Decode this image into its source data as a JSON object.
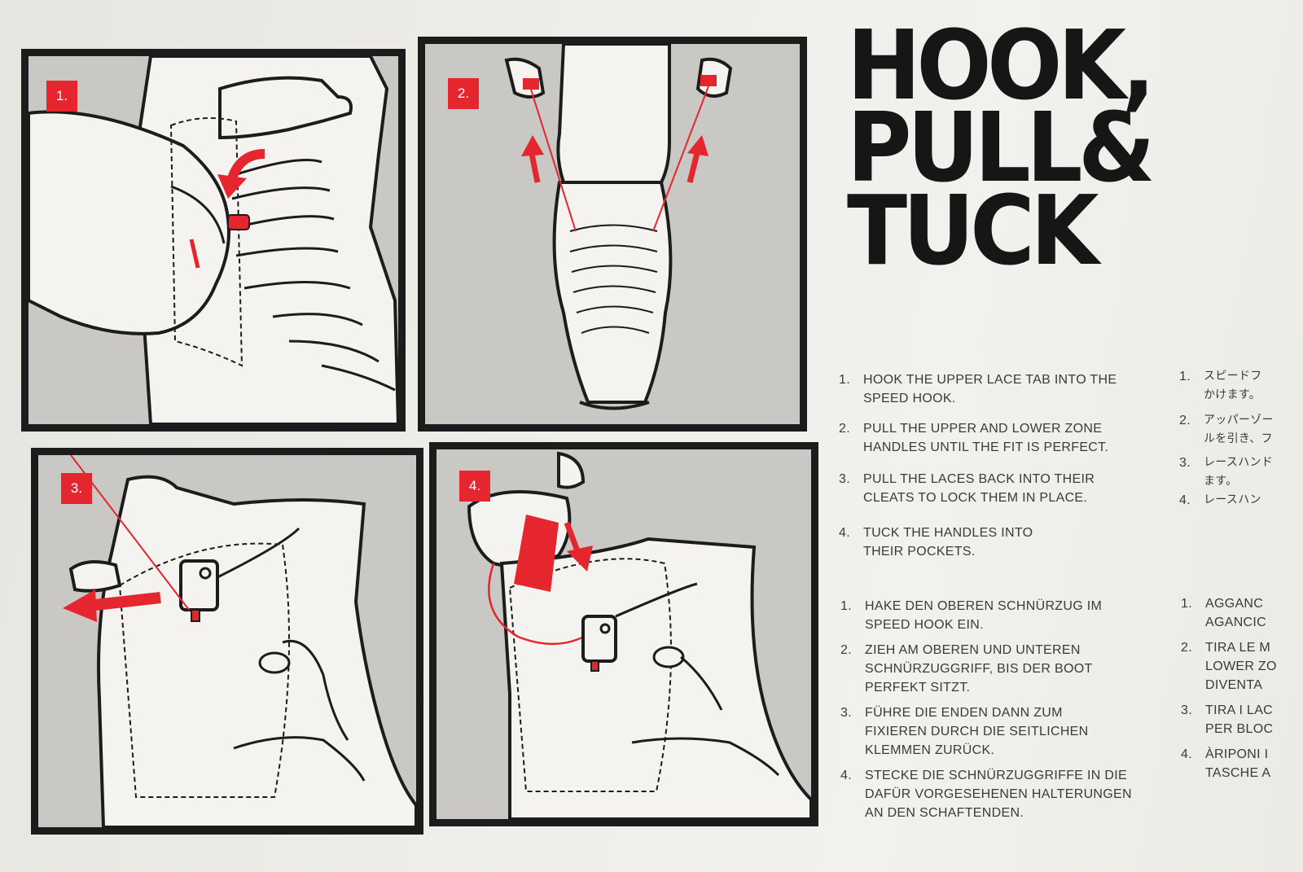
{
  "title": {
    "line1": "HOOK,",
    "line2": "PULL&",
    "line3": "TUCK"
  },
  "panels": [
    {
      "badge": "1."
    },
    {
      "badge": "2."
    },
    {
      "badge": "3."
    },
    {
      "badge": "4."
    }
  ],
  "instructions_en": [
    {
      "num": "1.",
      "text": "HOOK THE UPPER LACE TAB INTO THE\nSPEED HOOK."
    },
    {
      "num": "2.",
      "text": "PULL THE UPPER AND LOWER ZONE\nHANDLES UNTIL THE FIT IS PERFECT."
    },
    {
      "num": "3.",
      "text": "PULL THE LACES BACK INTO THEIR\nCLEATS TO LOCK THEM IN PLACE."
    },
    {
      "num": "4.",
      "text": "TUCK THE HANDLES INTO\nTHEIR POCKETS."
    }
  ],
  "instructions_de": [
    {
      "num": "1.",
      "text": "HAKE DEN OBEREN SCHNÜRZUG IM\nSPEED HOOK EIN."
    },
    {
      "num": "2.",
      "text": "ZIEH AM OBEREN UND UNTEREN\nSCHNÜRZUGGRIFF, BIS DER BOOT\nPERFEKT SITZT."
    },
    {
      "num": "3.",
      "text": "FÜHRE DIE ENDEN DANN ZUM\nFIXIEREN DURCH DIE SEITLICHEN\nKLEMMEN ZURÜCK."
    },
    {
      "num": "4.",
      "text": "STECKE DIE SCHNÜRZUGGRIFFE IN DIE\nDAFÜR VORGESEHENEN HALTERUNGEN\nAN DEN SCHAFTENDEN."
    }
  ],
  "instructions_ja": [
    {
      "num": "1.",
      "text": "スピードフ\nかけます。"
    },
    {
      "num": "2.",
      "text": "アッパーゾー\nルを引き、フ"
    },
    {
      "num": "3.",
      "text": "レースハンド\nます。"
    },
    {
      "num": "4.",
      "text": "レースハン"
    }
  ],
  "instructions_it": [
    {
      "num": "1.",
      "text": "AGGANC\nAGANCIC"
    },
    {
      "num": "2.",
      "text": "TIRA LE M\nLOWER ZO\nDIVENTA"
    },
    {
      "num": "3.",
      "text": "TIRA I LAC\nPER BLOC"
    },
    {
      "num": "4.",
      "text": "ÀRIPONI I\nTASCHE A"
    }
  ],
  "colors": {
    "accent": "#e5262e",
    "ink": "#1c1c1c",
    "panel_bg": "#c9c8c4",
    "boot_fill": "#f4f3ef"
  }
}
